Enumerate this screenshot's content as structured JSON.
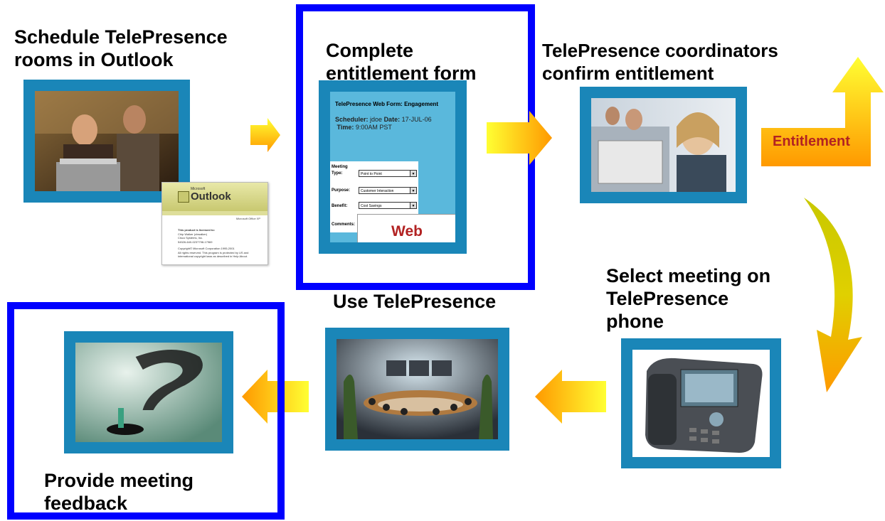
{
  "steps": {
    "schedule": "Schedule TelePresence rooms in Outlook",
    "entitlement_form": "Complete entitlement form",
    "coordinators": "TelePresence coordinators confirm entitlement",
    "select_meeting": "Select meeting on TelePresence phone",
    "use": "Use TelePresence",
    "feedback": "Provide meeting feedback"
  },
  "entitlement_arrow_label": "Entitlement",
  "outlook_card": {
    "brand_small": "Microsoft",
    "brand": "Outlook",
    "suite": "Microsoft Office XP",
    "licensed": "This product is licensed to:",
    "line1": "Chip Walker (chwalker)",
    "line2": "Cisco Systems, Inc.",
    "line3": "54526-640-0237798-17969",
    "copy1": "Copyright© Microsoft Corporation 1995-2001",
    "copy2": "All rights reserved. This program is protected by US and",
    "copy3": "international copyright laws as described in Help About."
  },
  "web_form": {
    "title": "TelePresence Web Form: Engagement",
    "scheduler_label": "Scheduler:",
    "scheduler_value": "jdoe",
    "date_label": "Date:",
    "date_value": "17-JUL-06",
    "time_label": "Time:",
    "time_value": "9:00AM PST",
    "meeting_type_label": "Meeting Type:",
    "meeting_type_value": "Point to Point",
    "purpose_label": "Purpose:",
    "purpose_value": "Customer Interaction",
    "benefit_label": "Benefit:",
    "benefit_value": "Cost Savings",
    "comments_label": "Comments:",
    "web_badge": "Web"
  },
  "colors": {
    "frame": "#1a86b8",
    "highlight_border": "#0000ff",
    "arrow_light": "#ffff33",
    "arrow_dark": "#ff9900",
    "entitlement_text": "#b22222"
  }
}
